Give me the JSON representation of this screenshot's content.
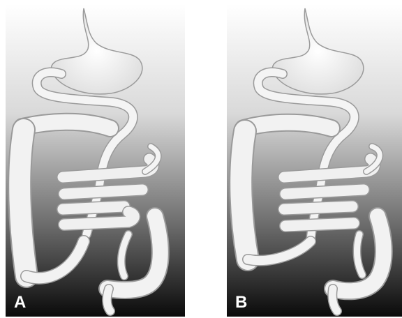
{
  "panels": [
    {
      "id": "A",
      "label": "A",
      "label_color": "#ffffff"
    },
    {
      "id": "B",
      "label": "B",
      "label_color": "#ffffff"
    }
  ],
  "colors": {
    "background_top": "#ffffff",
    "background_bottom": "#000000",
    "organ_fill": "#f2f2f2",
    "organ_outline": "#9a9a9a"
  }
}
